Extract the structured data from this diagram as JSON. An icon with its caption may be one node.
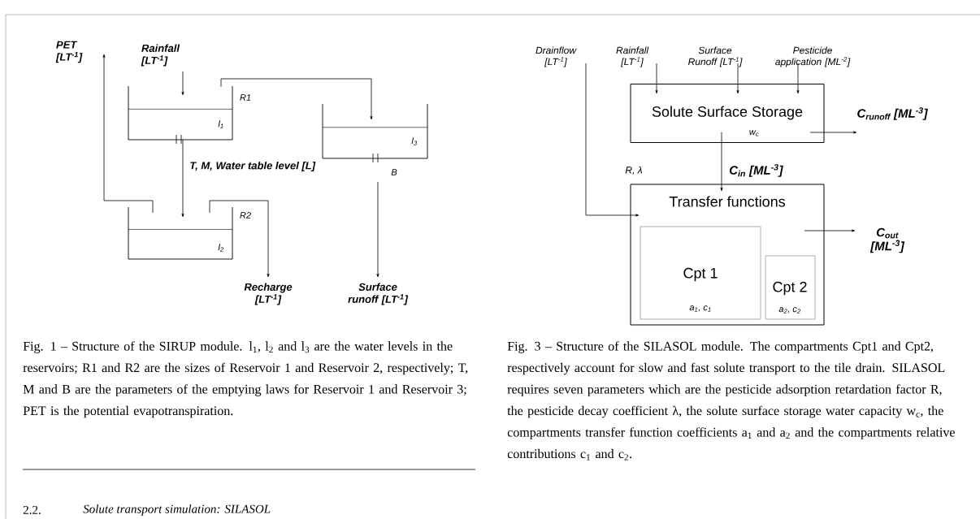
{
  "diagram": {
    "nodes": [
      {
        "text": [
          "PET [LT$^{-1}$]"
        ]
      },
      {
        "text": [
          "Rainfall [LT$^{-1}$]"
        ]
      },
      {
        "text": [
          "l$_{1}$"
        ],
        "beside": [
          "R1"
        ]
      },
      {
        "text": [
          "l$_{3}$"
        ],
        "beside": [
          "B"
        ]
      },
      {
        "text": [
          "l$_{2}$"
        ],
        "beside": [
          "R2"
        ]
      },
      {
        "text": [
          "Recharge [LT$^{-1}$]"
        ]
      },
      {
        "text": [
          "Surface runoff [LT$^{-1}$]"
        ]
      },
      {
        "text": [
          "Drainflow [LT$^{-1}$]"
        ]
      },
      {
        "text": [
          "Rainfall [LT$^{-1}$]"
        ]
      },
      {
        "text": [
          "Surface Runoff [LT$^{-1}$]"
        ]
      },
      {
        "text": [
          "Pesticide application [ML$^{-2}$]"
        ]
      },
      {
        "text": [
          "Solute Surface Storage",
          "w$_{c}$"
        ]
      },
      {
        "text": [
          "Transfer functions"
        ]
      },
      {
        "text": [
          "Cpt 1",
          "a$_{1}$, c$_{1}$"
        ],
        "in": 12
      },
      {
        "text": [
          "Cpt 2",
          "a$_{2}$, c$_{2}$"
        ],
        "in": 12
      },
      {
        "text": [
          "C$_{runoff}$ [ML$^{-3}$]"
        ]
      },
      {
        "text": [
          "C$_{out}$ [ML$^{-3}$]"
        ]
      }
    ],
    "edges": [
      {
        "from": 1,
        "to": 2,
        "arrow": "to"
      },
      {
        "from": 2,
        "to": 3,
        "arrow": "to"
      },
      {
        "from": 2,
        "to": 4,
        "arrow": "to",
        "label": "T, M, **Water table level [L]**"
      },
      {
        "from": 4,
        "to": 0,
        "arrow": "to"
      },
      {
        "from": 4,
        "to": 5,
        "arrow": "to"
      },
      {
        "from": 3,
        "to": 6,
        "arrow": "to"
      },
      {
        "from": 7,
        "to": 12,
        "arrow": "to"
      },
      {
        "from": 8,
        "to": 11,
        "arrow": "to"
      },
      {
        "from": 9,
        "to": 11,
        "arrow": "to"
      },
      {
        "from": 10,
        "to": 11,
        "arrow": "to"
      },
      {
        "from": 11,
        "to": 12,
        "arrow": "to",
        "label": "C$_{in}$ [ML$^{-3}$]"
      },
      {
        "from": 11,
        "to": 15,
        "arrow": "to"
      },
      {
        "from": 12,
        "to": 16,
        "arrow": "to"
      }
    ],
    "labels": [
      "R, λ",
      "Fig. 1 – Structure of the SIRUP module. l$_{1}$, l$_{2}$ and l$_{3}$ are the water levels in the reservoirs; R1 and R2 are the sizes of Reservoir 1 and Reservoir 2, respectively; T, M and B are the parameters of the emptying laws for Reservoir 1 and Reservoir 3; PET is the potential evapotranspiration.",
      "Fig. 3 – Structure of the SILASOL module. The compartments Cpt1 and Cpt2, respectively account for slow and fast solute transport to the tile drain. SILASOL requires seven parameters which are the pesticide adsorption retardation factor R, the pesticide decay coefficient λ, the solute surface storage water capacity w$_{c}$, the compartments transfer function coefficients a$_{1}$ and a$_{2}$ and the compartments relative contributions c$_{1}$ and c$_{2}$.",
      "2.2.",
      "Solute transport simulation: SILASOL"
    ]
  }
}
